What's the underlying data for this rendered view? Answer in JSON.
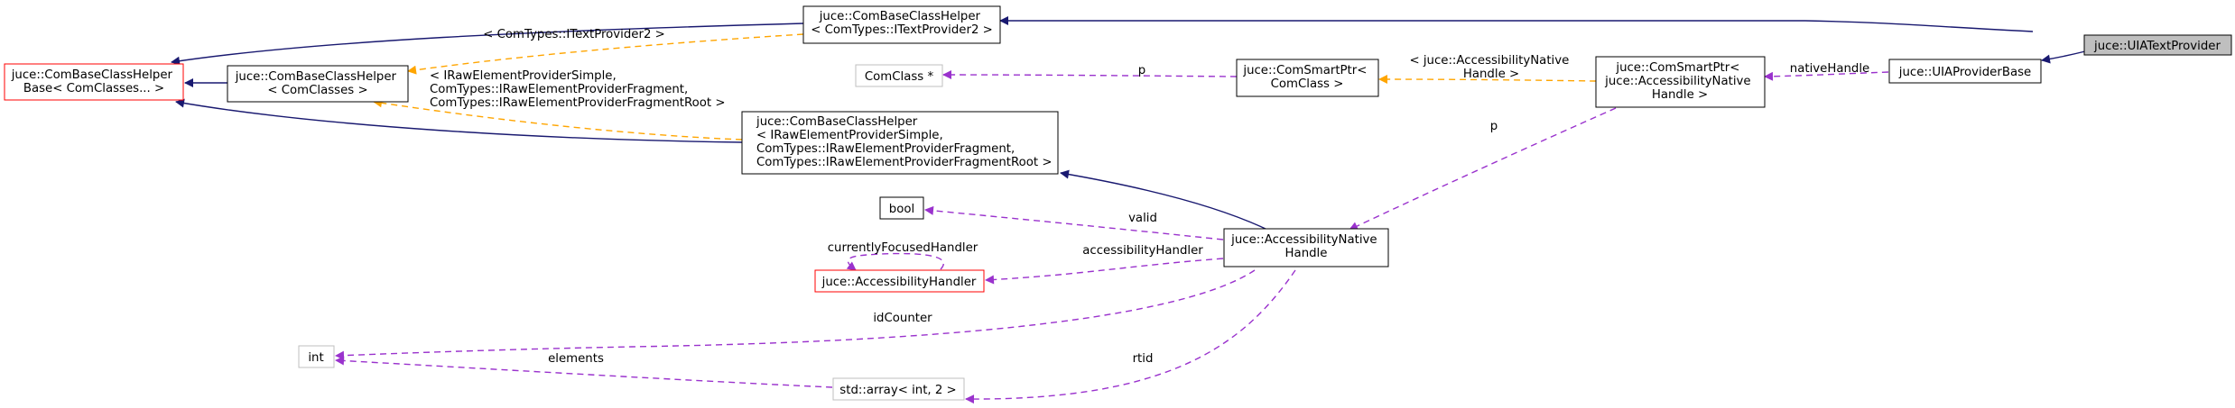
{
  "colors": {
    "inheritance": "#191970",
    "template_instance": "#FFA500",
    "usage": "#9A32CD",
    "node_border_normal": "#000000",
    "node_border_incomplete": "#BFBFBF",
    "node_border_truncated": "#FF0000",
    "focus_fill": "#BFBFBF"
  },
  "nodes": {
    "uia_text_provider": [
      "juce::UIATextProvider"
    ],
    "uia_provider_base": [
      "juce::UIAProviderBase"
    ],
    "com_smart_ptr_handle": [
      "juce::ComSmartPtr<",
      "juce::AccessibilityNative",
      "Handle >"
    ],
    "com_smart_ptr_comclass": [
      "juce::ComSmartPtr<",
      "ComClass >"
    ],
    "comclass_ptr": [
      "ComClass *"
    ],
    "combase_itextprovider2": [
      "juce::ComBaseClassHelper",
      "< ComTypes::ITextProvider2 >"
    ],
    "combase_base": [
      "juce::ComBaseClassHelper",
      "Base< ComClasses... >"
    ],
    "combase_comclasses": [
      "juce::ComBaseClassHelper",
      "< ComClasses >"
    ],
    "combase_irawelement": [
      "juce::ComBaseClassHelper",
      "< IRawElementProviderSimple,",
      "ComTypes::IRawElementProviderFragment,",
      "ComTypes::IRawElementProviderFragmentRoot >"
    ],
    "bool": [
      "bool"
    ],
    "accessibility_native_handle": [
      "juce::AccessibilityNative",
      "Handle"
    ],
    "accessibility_handler": [
      "juce::AccessibilityHandler"
    ],
    "int": [
      "int"
    ],
    "std_array": [
      "std::array< int, 2 >"
    ]
  },
  "edge_labels": {
    "itextprovider2": [
      "< ComTypes::ITextProvider2 >"
    ],
    "irawelement": [
      "< IRawElementProviderSimple,",
      "ComTypes::IRawElementProviderFragment,",
      "ComTypes::IRawElementProviderFragmentRoot >"
    ],
    "p_comclass": [
      "p"
    ],
    "accessibility_native_handle_tpl": [
      "< juce::AccessibilityNative",
      "Handle >"
    ],
    "native_handle": [
      "nativeHandle"
    ],
    "p_handle": [
      "p"
    ],
    "valid": [
      "valid"
    ],
    "currently_focused_handler": [
      "currentlyFocusedHandler"
    ],
    "accessibility_handler": [
      "accessibilityHandler"
    ],
    "id_counter": [
      "idCounter"
    ],
    "elements": [
      "elements"
    ],
    "rtid": [
      "rtid"
    ]
  }
}
